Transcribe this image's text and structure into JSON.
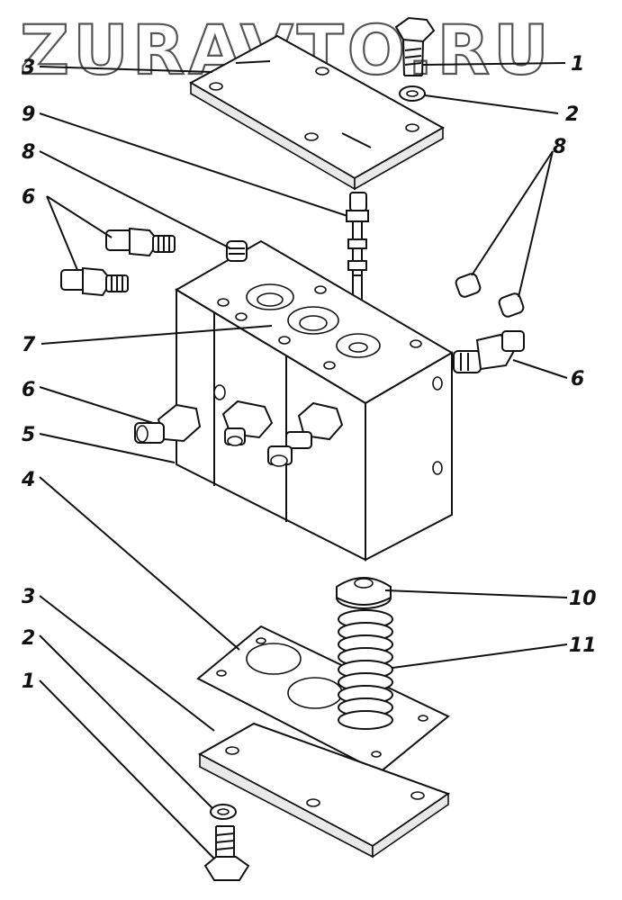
{
  "watermark": "ZURAVTO.RU",
  "callouts": {
    "c1_top": "1",
    "c2_top": "2",
    "c3_top": "3",
    "c9": "9",
    "c8_left": "8",
    "c8_right": "8",
    "c6_top_left": "6",
    "c6_right": "6",
    "c6_mid_left": "6",
    "c7": "7",
    "c5": "5",
    "c4": "4",
    "c3_bottom": "3",
    "c2_bottom": "2",
    "c1_bottom": "1",
    "c10": "10",
    "c11": "11"
  }
}
